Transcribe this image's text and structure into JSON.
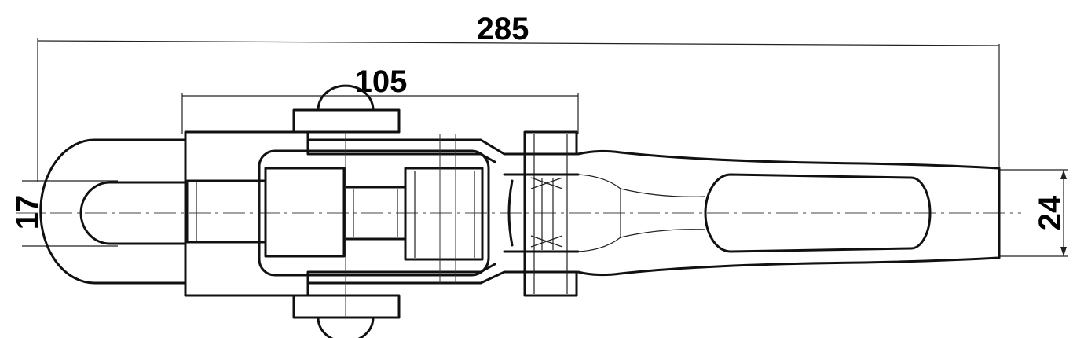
{
  "dimensions": {
    "overall_length": "285",
    "clevis_length": "105",
    "eye_width": "17",
    "end_width": "24"
  },
  "colors": {
    "line": "#111111",
    "background": "#ffffff"
  }
}
